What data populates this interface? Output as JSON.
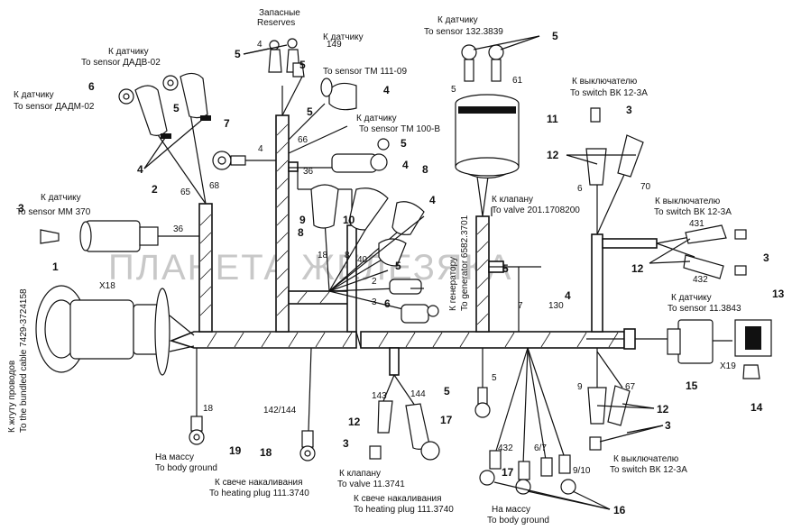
{
  "watermark": "ПЛАНЕТА ЖЕЛЕЗЯКА",
  "labels": {
    "reserves_ru": "Запасные",
    "reserves_en": "Reserves",
    "sensor_dadv02_ru": "К датчику",
    "sensor_dadv02_en": "To sensor ДАДВ-02",
    "sensor_dadm02_ru": "К датчику",
    "sensor_dadm02_en": "To sensor ДАДМ-02",
    "sensor_tm11109_ru": "К датчику",
    "sensor_tm11109_en": "To sensor ТМ 111-09",
    "sensor_tm100v_ru": "К датчику",
    "sensor_tm100v_en": "To sensor ТМ 100-В",
    "sensor_1323839_ru": "К датчику",
    "sensor_1323839_en": "To sensor 132.3839",
    "switch_top_ru": "К выключателю",
    "switch_top_en": "To switch ВК 12-3А",
    "sensor_mm370_ru": "К датчику",
    "sensor_mm370_en": "To sensor ММ 370",
    "valve_2011708200_ru": "К клапану",
    "valve_2011708200_en": "To valve 201.1708200",
    "switch_mid_ru": "К выключателю",
    "switch_mid_en": "To switch ВК 12-3А",
    "generator_ru": "К генератору",
    "generator_en": "To generator 6582.3701",
    "sensor_113843_ru": "К датчику",
    "sensor_113843_en": "To sensor 11.3843",
    "bundled_cable_ru": "К жгуту проводов",
    "bundled_cable_en": "To the bundled cable 7429-3724158",
    "body_ground_left_ru": "На массу",
    "body_ground_left_en": "To body ground",
    "heating_plug_left_ru": "К свече накаливания",
    "heating_plug_left_en": "To heating plug 111.3740",
    "valve_113741_ru": "К клапану",
    "valve_113741_en": "To valve 11.3741",
    "heating_plug_mid_ru": "К свече накаливания",
    "heating_plug_mid_en": "To heating plug 111.3740",
    "body_ground_bottom_ru": "На массу",
    "body_ground_bottom_en": "To body ground",
    "switch_bottom_ru": "К выключателю",
    "switch_bottom_en": "To switch ВК 12-3А",
    "x18": "X18",
    "x19": "X19"
  },
  "wire_numbers": {
    "w4_top": "4",
    "w149": "149",
    "w65": "65",
    "w68": "68",
    "w4_mid": "4",
    "w66": "66",
    "w36_top": "36",
    "w36_left": "36",
    "w18": "18",
    "w8": "8",
    "w40": "40",
    "w2": "2",
    "w3": "3",
    "w5_gen": "5",
    "w61": "61",
    "w6": "6",
    "w70": "70",
    "w431": "431",
    "w432_right": "432",
    "w7": "7",
    "w130": "130",
    "w9": "9",
    "w67": "67",
    "w18_bottom": "18",
    "w142_144": "142/144",
    "w143": "143",
    "w144": "144",
    "w5_bottom": "5",
    "w432_bottom": "432",
    "w6_7": "6/7",
    "w9_10": "9/10"
  },
  "callouts": {
    "c1": "1",
    "c2": "2",
    "c3_left": "3",
    "c4_left": "4",
    "c5_left": "5",
    "c6_left": "6",
    "c7": "7",
    "c5_res": "5",
    "c5_tm": "5",
    "c4_tm": "4",
    "c5_tm100": "5",
    "c4_tm100": "4",
    "c8_top": "8",
    "c9": "9",
    "c10": "10",
    "c8_mid": "8",
    "c4_mid": "4",
    "c5_mid": "5",
    "c6_mid": "6",
    "c5_132": "5",
    "c11": "11",
    "c3_top": "3",
    "c12_top": "12",
    "c3_right": "3",
    "c12_right": "12",
    "c5_gen": "5",
    "c4_gen": "4",
    "c13": "13",
    "c15": "15",
    "c14": "14",
    "c12_bottom": "12",
    "c3_bottom": "3",
    "c19": "19",
    "c18": "18",
    "c12_valve": "12",
    "c3_valve": "3",
    "c17_valve": "17",
    "c5_bottom": "5",
    "c17_bottom": "17",
    "c16": "16"
  }
}
